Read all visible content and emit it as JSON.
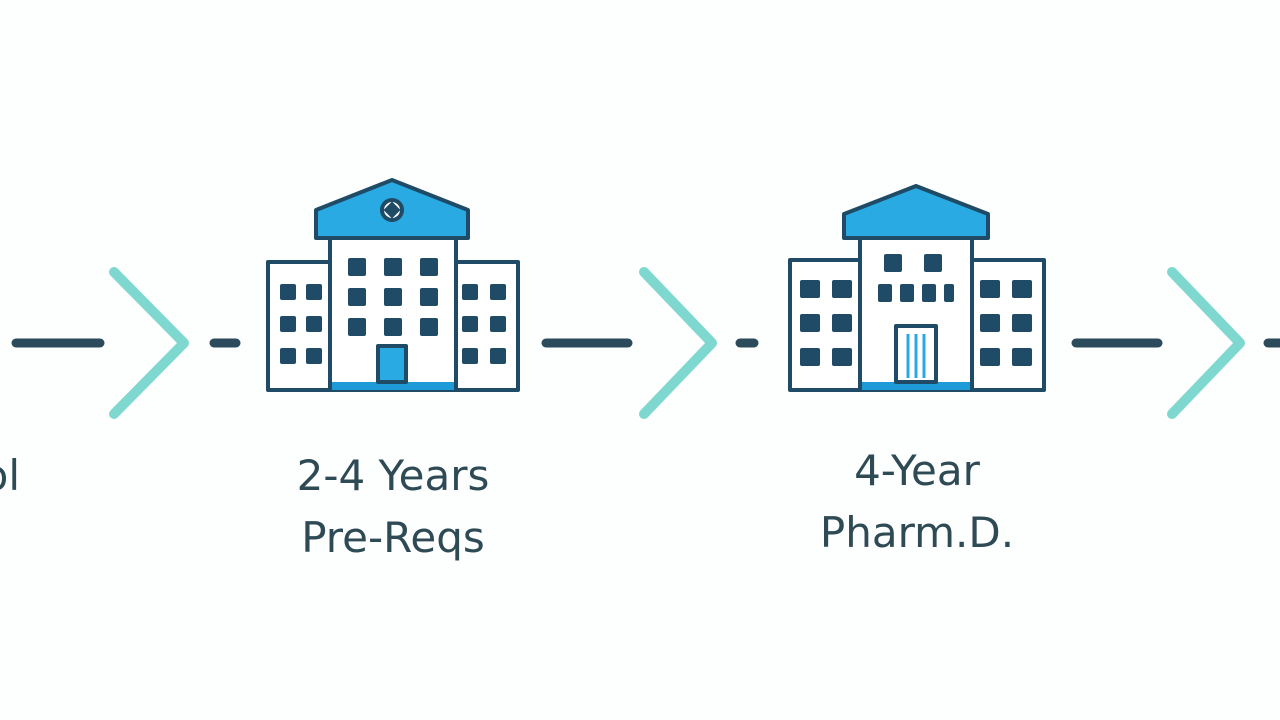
{
  "steps": [
    {
      "lines": [
        "ol"
      ]
    },
    {
      "lines": [
        "2-4 Years",
        "Pre-Reqs"
      ]
    },
    {
      "lines": [
        "4-Year",
        "Pharm.D."
      ]
    }
  ],
  "colors": {
    "connector": "#2b4a5c",
    "chevron": "#7fd8cf",
    "building_outline": "#1f4b66",
    "building_roof": "#2aaae2",
    "building_accent": "#1e9bd7",
    "text": "#2e4a55"
  },
  "icons": [
    "building-icon",
    "chevron-right-icon"
  ]
}
